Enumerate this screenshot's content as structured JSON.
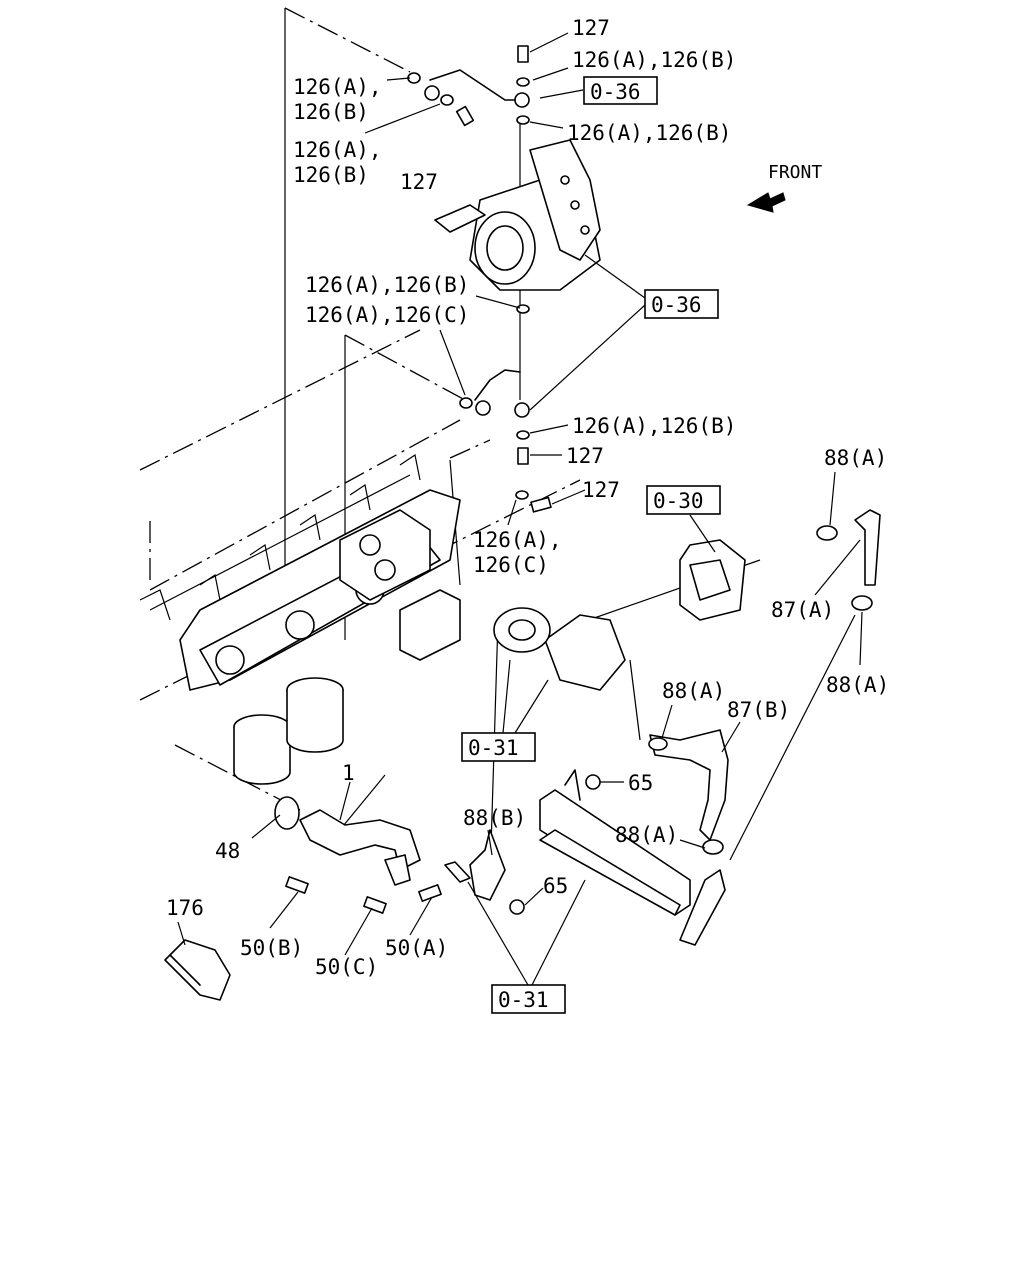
{
  "labels": {
    "p127_top": "127",
    "p126ab_top": "126(A),126(B)",
    "ref036_top": "0-36",
    "p126a_left": "126(A),",
    "p126b_left": "126(B)",
    "p126a_left2": "126(A),",
    "p126b_left2": "126(B)",
    "p127_left": "127",
    "p126ab_upper_right": "126(A),126(B)",
    "front": "FRONT",
    "p126ab_mid": "126(A),126(B)",
    "p126ac_mid": "126(A),126(C)",
    "ref036_mid": "0-36",
    "p126ab_low": "126(A),126(B)",
    "p127_low": "127",
    "p127_low2": "127",
    "p126a_low": "126(A),",
    "p126c_low": "126(C)",
    "ref030": "0-30",
    "p88a_1": "88(A)",
    "p87a": "87(A)",
    "p88a_2": "88(A)",
    "ref031_1": "0-31",
    "p88a_3": "88(A)",
    "p87b": "87(B)",
    "p1": "1",
    "p65_1": "65",
    "p88b": "88(B)",
    "p88a_4": "88(A)",
    "p48": "48",
    "p65_2": "65",
    "p176": "176",
    "p50b": "50(B)",
    "p50c": "50(C)",
    "p50a": "50(A)",
    "ref031_2": "0-31"
  }
}
